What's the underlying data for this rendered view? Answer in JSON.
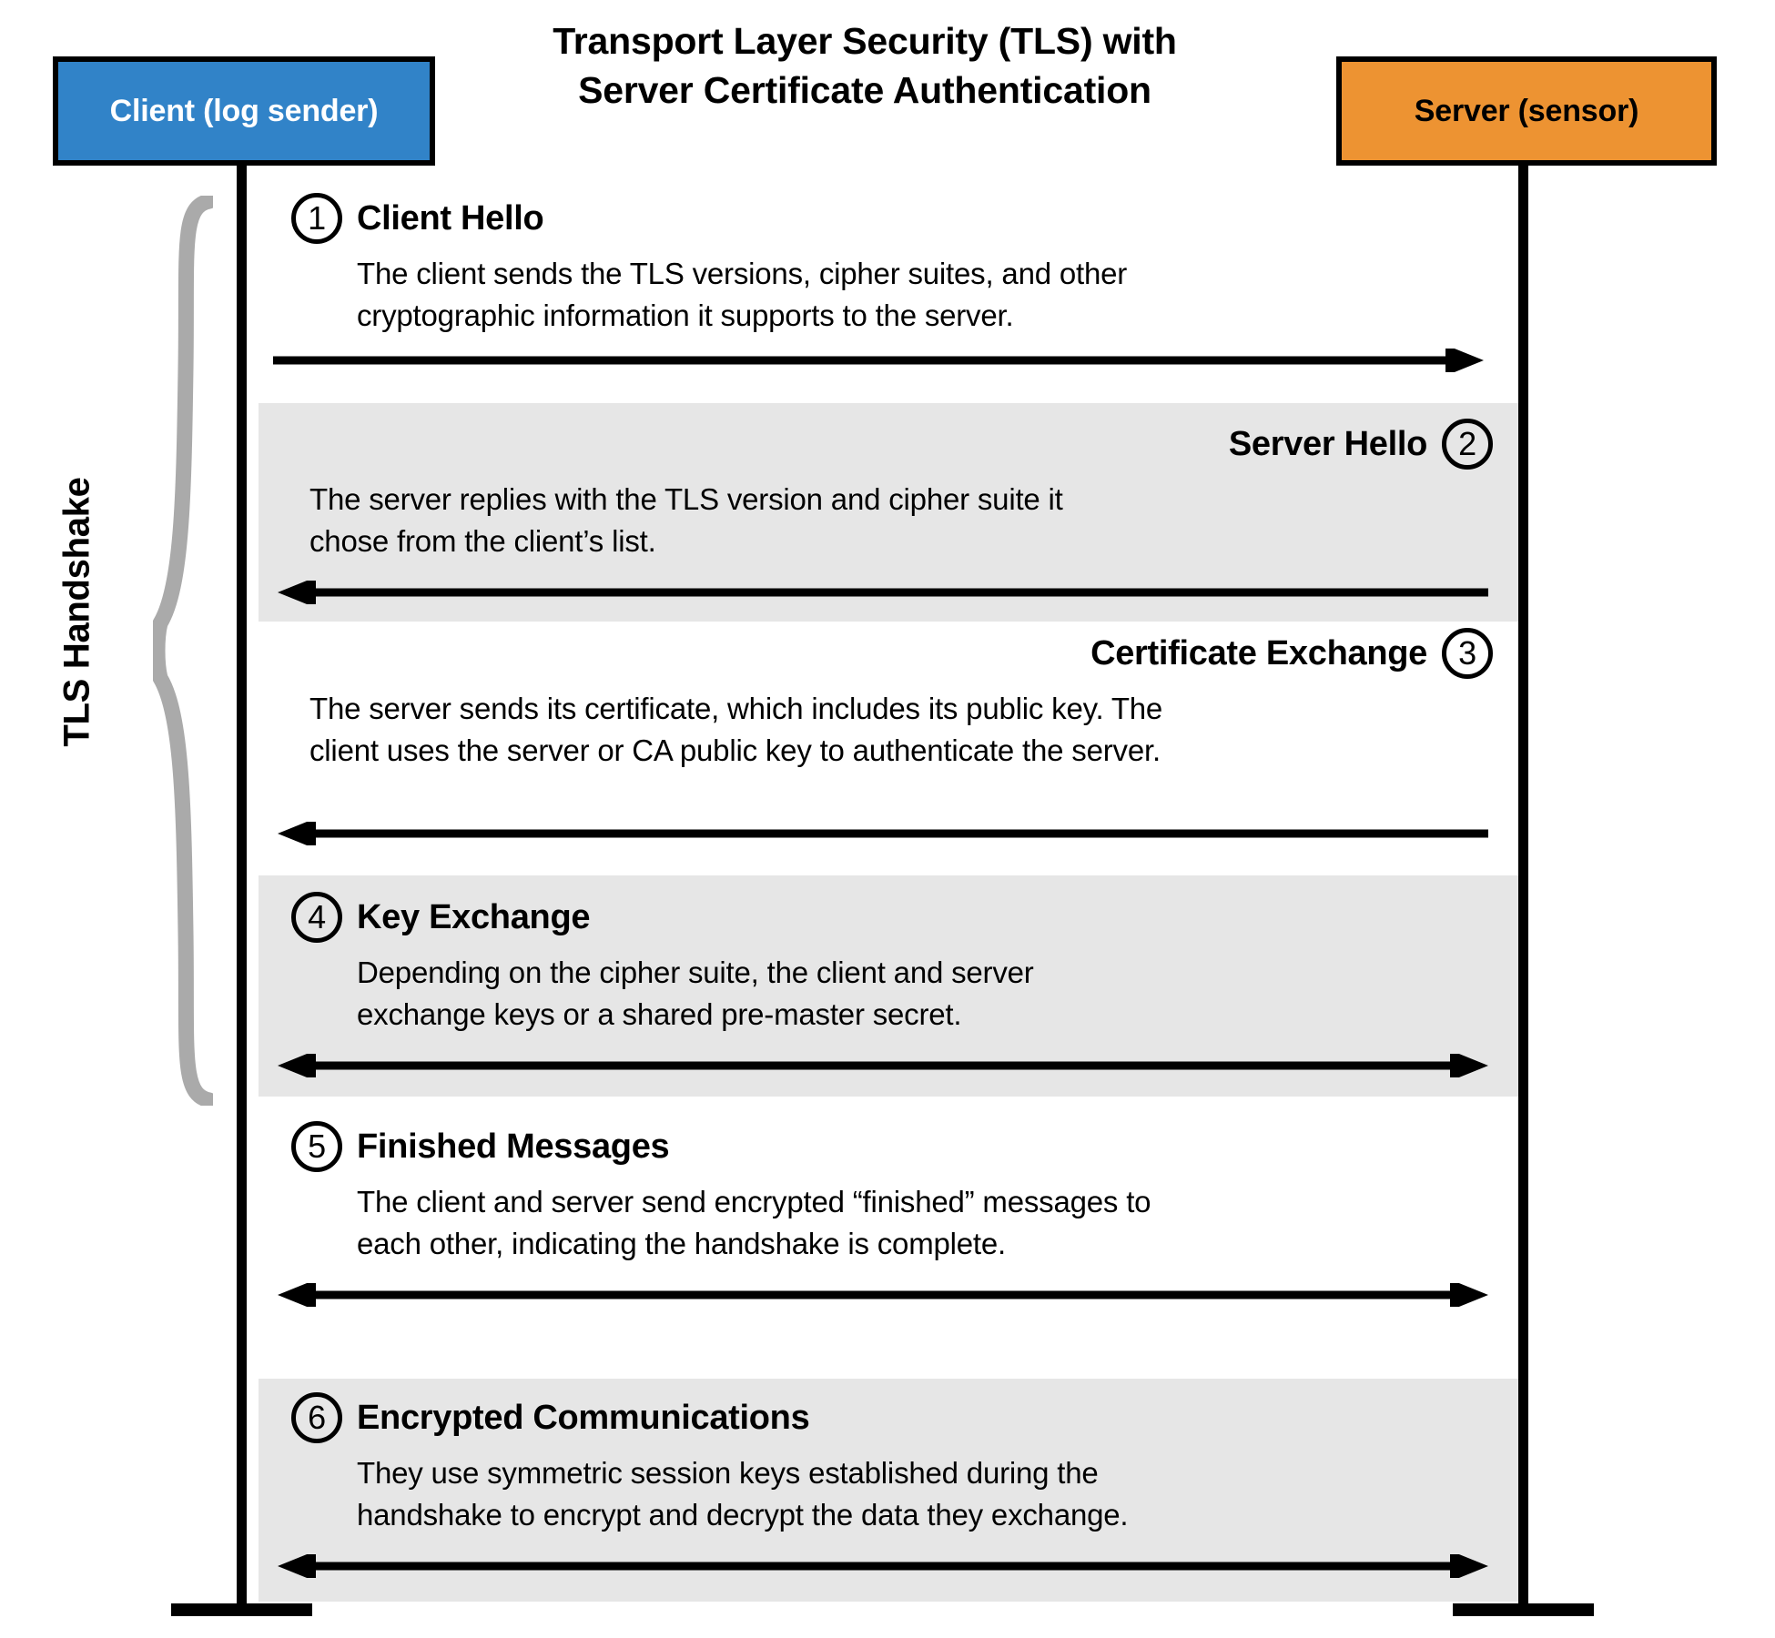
{
  "title": {
    "line1": "Transport Layer Security (TLS) with",
    "line2": "Server Certificate Authentication"
  },
  "actors": {
    "client": {
      "label": "Client (log sender)",
      "color": "#3183c8"
    },
    "server": {
      "label": "Server (sensor)",
      "color": "#ed9332"
    }
  },
  "bracket": {
    "label": "TLS Handshake",
    "color": "#aaaaaa"
  },
  "band_color": "#e6e6e6",
  "steps": [
    {
      "number": "1",
      "title": "Client Hello",
      "description": "The client sends the TLS versions, cipher suites, and other\ncryptographic information it supports to the server.",
      "align": "left",
      "direction": "right",
      "shaded": false
    },
    {
      "number": "2",
      "title": "Server Hello",
      "description": "The server replies with the TLS version and cipher suite it\nchose from the client’s list.",
      "align": "right",
      "direction": "left",
      "shaded": true
    },
    {
      "number": "3",
      "title": "Certificate Exchange",
      "description": "The server sends its certificate, which includes its public key. The\nclient uses the server or CA public key to authenticate the server.",
      "align": "right",
      "direction": "left",
      "shaded": false
    },
    {
      "number": "4",
      "title": "Key Exchange",
      "description": "Depending on the cipher suite, the client and server\nexchange keys or a shared pre-master secret.",
      "align": "left",
      "direction": "both",
      "shaded": true
    },
    {
      "number": "5",
      "title": "Finished Messages",
      "description": "The client and server send encrypted “finished” messages to\neach other, indicating the handshake is complete.",
      "align": "left",
      "direction": "both",
      "shaded": false
    },
    {
      "number": "6",
      "title": "Encrypted Communications",
      "description": "They use symmetric session keys established during the\nhandshake to encrypt and decrypt the data they exchange.",
      "align": "left",
      "direction": "both",
      "shaded": true
    }
  ]
}
